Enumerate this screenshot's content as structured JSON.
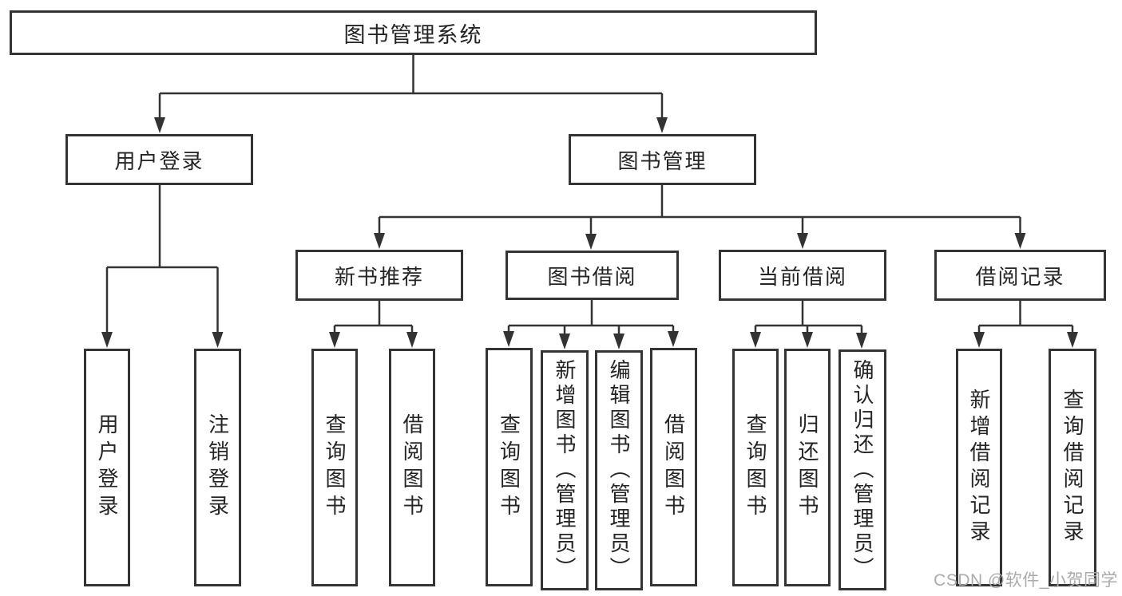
{
  "tree": {
    "label": "图书管理系统",
    "children": [
      {
        "label": "用户登录",
        "children": [
          {
            "label": "用户登录"
          },
          {
            "label": "注销登录"
          }
        ]
      },
      {
        "label": "图书管理",
        "children": [
          {
            "label": "新书推荐",
            "children": [
              {
                "label": "查询图书"
              },
              {
                "label": "借阅图书"
              }
            ]
          },
          {
            "label": "图书借阅",
            "children": [
              {
                "label": "查询图书"
              },
              {
                "label": "新增图书（管理员）"
              },
              {
                "label": "编辑图书（管理员）"
              },
              {
                "label": "借阅图书"
              }
            ]
          },
          {
            "label": "当前借阅",
            "children": [
              {
                "label": "查询图书"
              },
              {
                "label": "归还图书"
              },
              {
                "label": "确认归还（管理员）"
              }
            ]
          },
          {
            "label": "借阅记录",
            "children": [
              {
                "label": "新增借阅记录"
              },
              {
                "label": "查询借阅记录"
              }
            ]
          }
        ]
      }
    ]
  },
  "watermark": {
    "text": "CSDN @软件_小贺同学"
  },
  "colors": {
    "line": "#333333",
    "box_border": "#343434",
    "text": "#242424",
    "watermark": "#ababab",
    "background": "#ffffff"
  }
}
